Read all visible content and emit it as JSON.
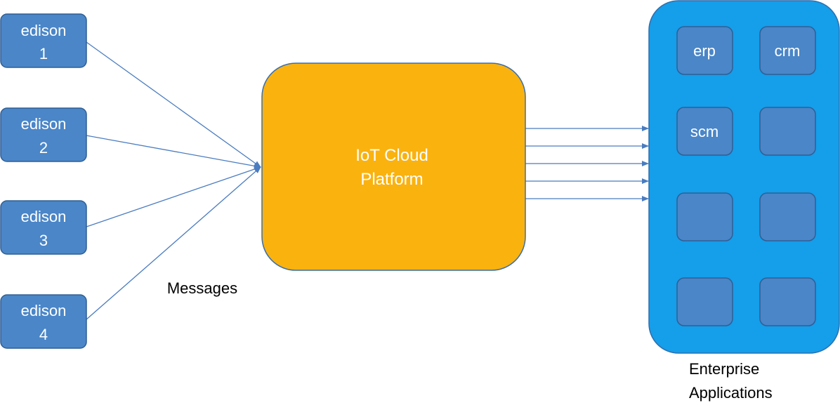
{
  "devices": [
    {
      "line1": "edison",
      "line2": "1"
    },
    {
      "line1": "edison",
      "line2": "2"
    },
    {
      "line1": "edison",
      "line2": "3"
    },
    {
      "line1": "edison",
      "line2": "4"
    }
  ],
  "messages_label": "Messages",
  "platform": {
    "line1": "IoT Cloud",
    "line2": "Platform"
  },
  "enterprise": {
    "apps": [
      "erp",
      "crm",
      "scm",
      "",
      "",
      "",
      "",
      ""
    ],
    "label_line1": "Enterprise",
    "label_line2": "Applications"
  },
  "colors": {
    "device_fill": "#4a86c8",
    "device_stroke": "#2f5f95",
    "platform_fill": "#fab20f",
    "platform_stroke": "#3a6fae",
    "enterprise_fill": "#159eea",
    "enterprise_stroke": "#2f6fae",
    "app_fill": "#4a86c8",
    "app_stroke": "#2f5f95",
    "arrow": "#4a7cc0"
  }
}
